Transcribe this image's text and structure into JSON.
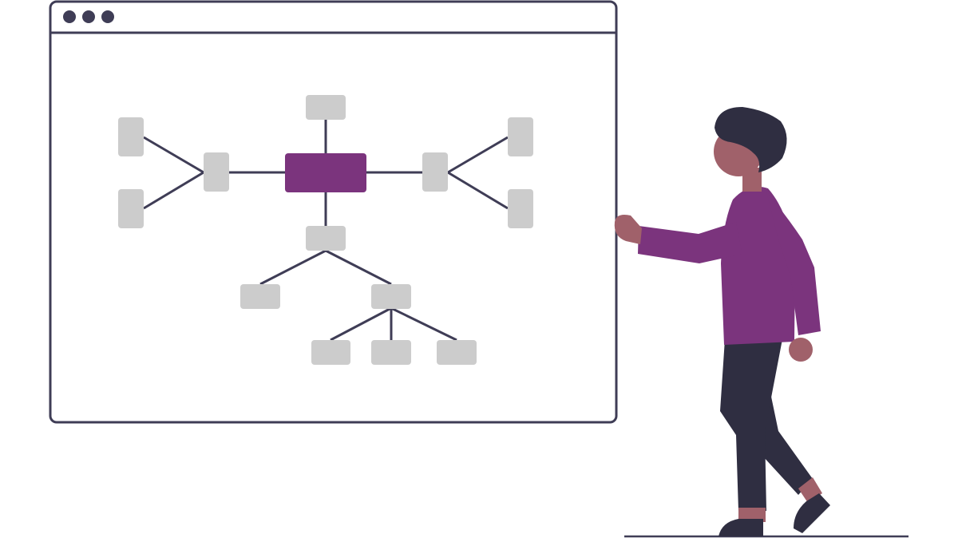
{
  "window": {
    "controls": [
      "close-dot",
      "minimize-dot",
      "maximize-dot"
    ]
  },
  "diagram": {
    "root": {
      "name": "root-node",
      "icon": "filled-rectangle"
    },
    "branches": [
      {
        "name": "left-branch",
        "children": [
          "leaf-top",
          "leaf-bottom"
        ]
      },
      {
        "name": "top-branch",
        "children": []
      },
      {
        "name": "right-branch",
        "children": [
          "leaf-top",
          "leaf-bottom"
        ]
      },
      {
        "name": "bottom-branch",
        "children": [
          "leaf-left",
          "sub-branch"
        ]
      }
    ],
    "sub_branch_children": [
      "leaf-left",
      "leaf-middle",
      "leaf-right"
    ]
  },
  "illustration": {
    "subject": "person-pointing-at-window"
  },
  "colors": {
    "outline": "#3f3d56",
    "accent": "#7b347d",
    "node": "#cccccc",
    "dark": "#2f2e41",
    "skin": "#a0616a",
    "background": "#ffffff"
  }
}
